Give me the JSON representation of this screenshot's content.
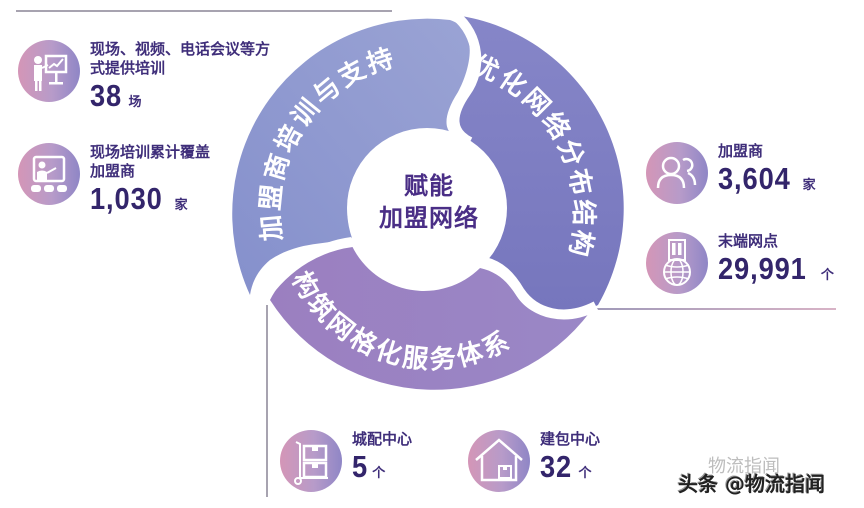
{
  "center": {
    "line1": "赋能",
    "line2": "加盟网络"
  },
  "segments": [
    {
      "label": "加盟商培训与支持",
      "color": "#8e98cf"
    },
    {
      "label": "优化网络分布结构",
      "color": "#7e7fc3"
    },
    {
      "label": "构筑网格化服务体系",
      "color": "#9a82c1"
    }
  ],
  "stats": {
    "training_sessions": {
      "icon": "presentation-icon",
      "label_line1": "现场、视频、电话会议等方",
      "label_line2": "式提供培训",
      "value": "38",
      "unit": "场"
    },
    "training_coverage": {
      "icon": "classroom-icon",
      "label_line1": "现场培训累计覆盖",
      "label_line2": "加盟商",
      "value": "1,030",
      "unit": "家"
    },
    "franchisees": {
      "icon": "users-icon",
      "label": "加盟商",
      "value": "3,604",
      "unit": "家"
    },
    "outlets": {
      "icon": "globe-outlet-icon",
      "label": "末端网点",
      "value": "29,991",
      "unit": "个"
    },
    "city_centers": {
      "icon": "cart-boxes-icon",
      "label": "城配中心",
      "value": "5",
      "unit": "个"
    },
    "pack_centers": {
      "icon": "warehouse-icon",
      "label": "建包中心",
      "value": "32",
      "unit": "个"
    }
  },
  "watermark": {
    "text": "头条 @物流指闻",
    "ghost_text": "物流指闻"
  },
  "colors": {
    "text_dark": "#33256b",
    "icon_gradient_start": "#d496b7",
    "icon_gradient_end": "#8f86c6",
    "divider": "#a7a3b0"
  }
}
